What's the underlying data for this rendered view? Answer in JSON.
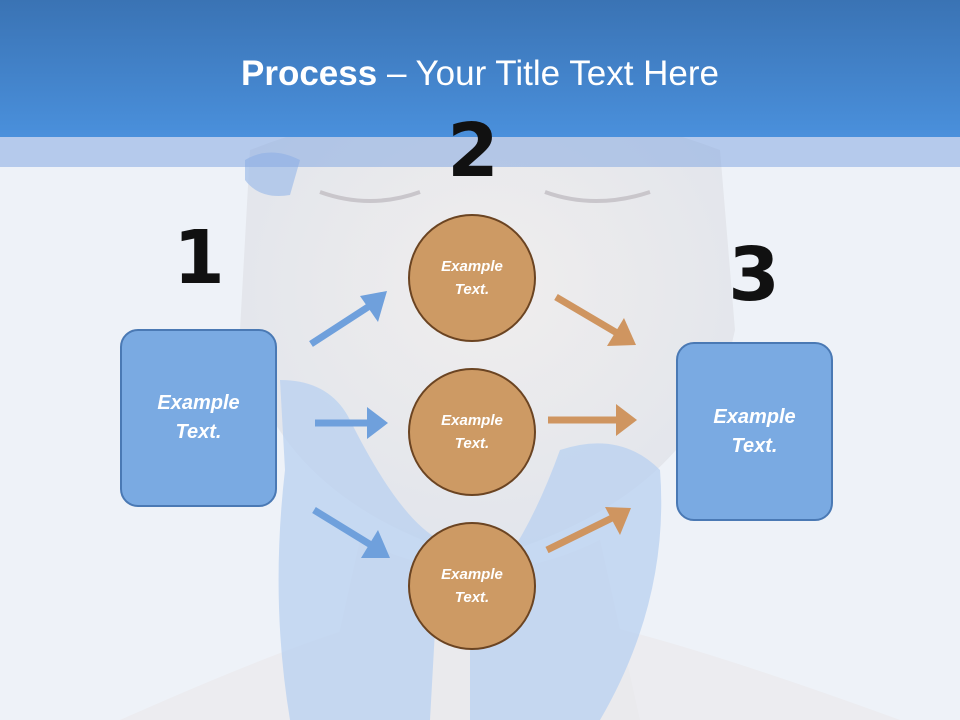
{
  "title": {
    "bold": "Process",
    "rest": " – Your Title Text Here"
  },
  "steps": {
    "one": "1",
    "two": "2",
    "three": "3"
  },
  "left_box": {
    "text": "Example\nText."
  },
  "right_box": {
    "text": "Example\nText."
  },
  "circles": [
    {
      "text": "Example\nText."
    },
    {
      "text": "Example\nText."
    },
    {
      "text": "Example\nText."
    }
  ],
  "colors": {
    "header": "#4a90dc",
    "box_fill": "#7aaae2",
    "circle_fill": "#cd9a64",
    "blue_arrow": "#6fa0dc",
    "orange_arrow": "#cf9560"
  }
}
